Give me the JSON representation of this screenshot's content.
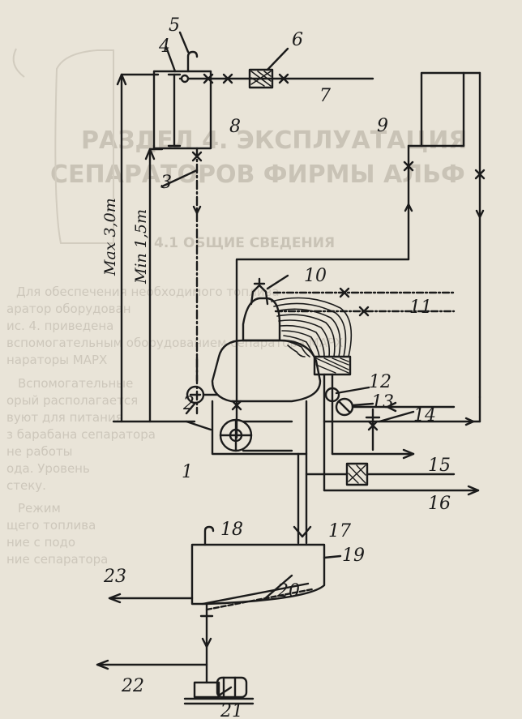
{
  "labels": {
    "n1": "1",
    "n2": "2",
    "n3": "3",
    "n4": "4",
    "n5": "5",
    "n6": "6",
    "n7": "7",
    "n8": "8",
    "n9": "9",
    "n10": "10",
    "n11": "11",
    "n12": "12",
    "n13": "13",
    "n14": "14",
    "n15": "15",
    "n16": "16",
    "n17": "17",
    "n18": "18",
    "n19": "19",
    "n20": "20",
    "n21": "21",
    "n22": "22",
    "n23": "23"
  },
  "dimensions": {
    "max": "Max 3,0m",
    "min": "Min 1,5m"
  },
  "background_text": {
    "heading_1": "РАЗДЕЛ 4. ЭКСПЛУАТАЦИЯ",
    "heading_2": "СЕПАРАТОРОВ ФИРМЫ АЛЬФ",
    "section": "4.1 ОБЩИЕ СВЕДЕНИЯ",
    "lines": [
      "Для обеспечения необходимого топлива",
      "аратор оборудован",
      "ис. 4. приведена",
      "вспомогательным оборудованием сепаратора MAPX",
      "нараторы MAPX",
      "Вспомогательные",
      "орый располагается",
      "вуют для питания",
      "з барабана сепаратора",
      "не работы",
      "ода. Уровень",
      "стеку.",
      "Режим",
      "щего топлива",
      "ние с подо",
      "ние сепаратора"
    ]
  },
  "colors": {
    "ink": "#1b1b1b",
    "paper": "#e9e4d8",
    "ghost": "#c9c3b6"
  }
}
